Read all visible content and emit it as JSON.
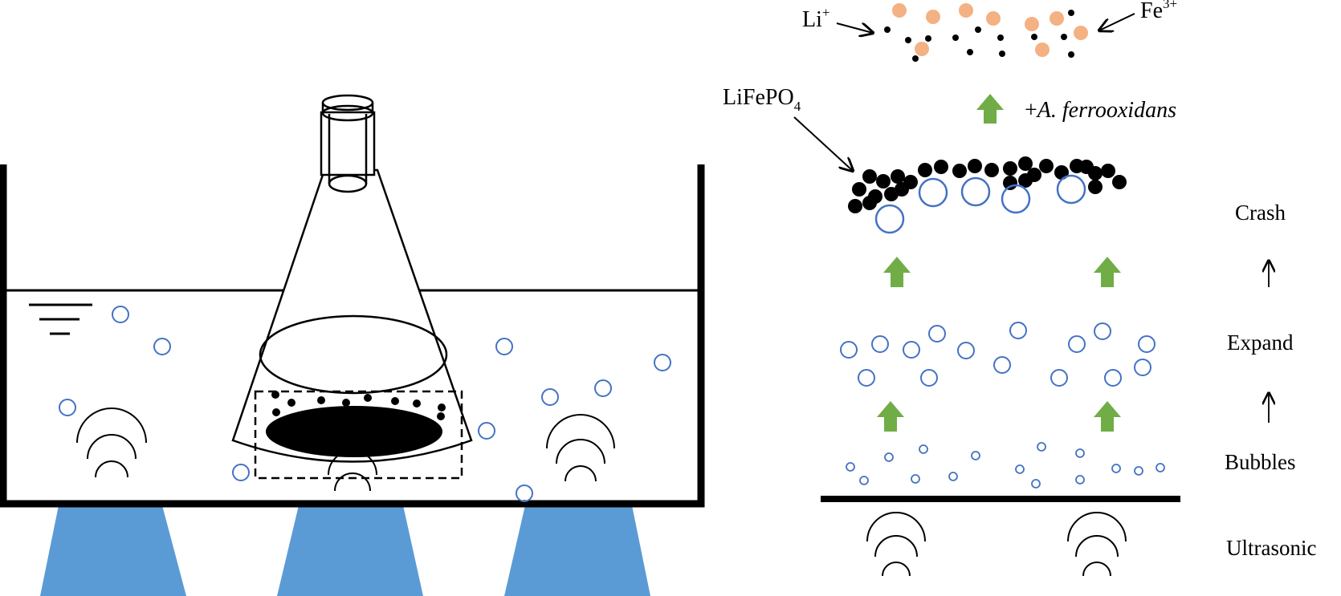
{
  "labels": {
    "li_ion": "Li",
    "li_ion_sup": "+",
    "fe_ion": "Fe",
    "fe_ion_sup": "3+",
    "lifepo4": "LiFePO",
    "lifepo4_sub": "4",
    "bacteria_prefix": "+",
    "bacteria_name": "A. ferrooxidans",
    "stage_crash": "Crash",
    "stage_expand": "Expand",
    "stage_bubbles": "Bubbles",
    "stage_ultrasonic": "Ultrasonic"
  },
  "colors": {
    "ultrasound_beam": "#5b9bd5",
    "bubble_outline": "#4472c4",
    "fe_ion": "#f4b183",
    "li_ion": "#000000",
    "arrow": "#70ad47",
    "lifepo4_particle": "#000000"
  },
  "icons": [
    "bubble-icon",
    "ultrasonic-wave-icon",
    "up-arrow-icon",
    "water-level-icon"
  ]
}
